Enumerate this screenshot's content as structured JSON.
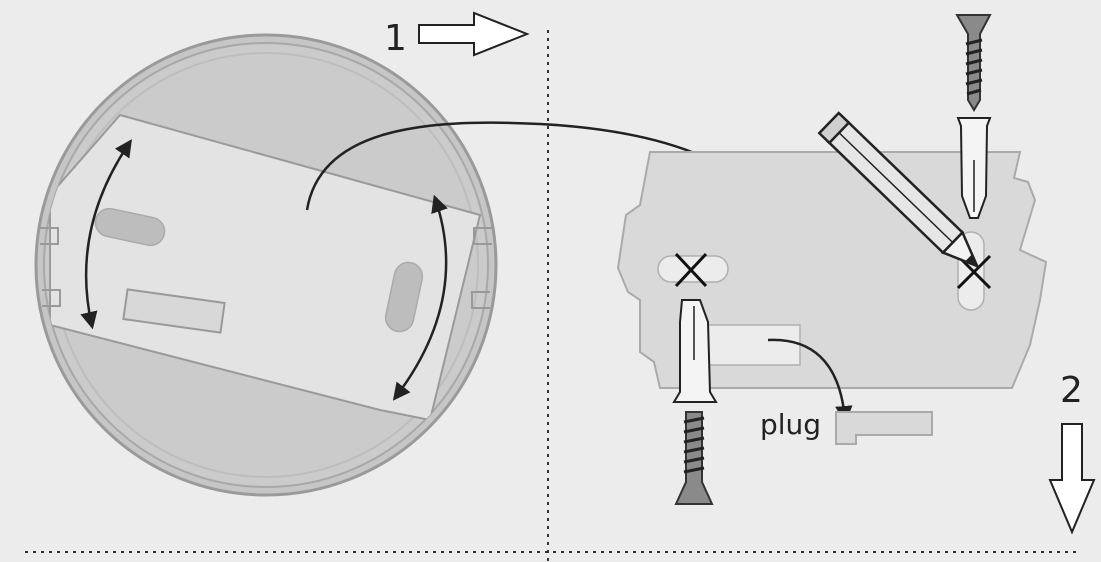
{
  "steps": {
    "step1": "1",
    "step2": "2"
  },
  "labels": {
    "plug": "plug"
  },
  "icons": [
    "right-arrow-icon",
    "down-arrow-icon",
    "screw-icon",
    "wall-plug-icon",
    "pencil-icon",
    "cross-mark-icon",
    "curved-arrow-icon"
  ],
  "colors": {
    "background": "#ececec",
    "detector_body": "#c8c8c8",
    "mounting_plate": "#dcdcdc",
    "outline": "#222222"
  }
}
